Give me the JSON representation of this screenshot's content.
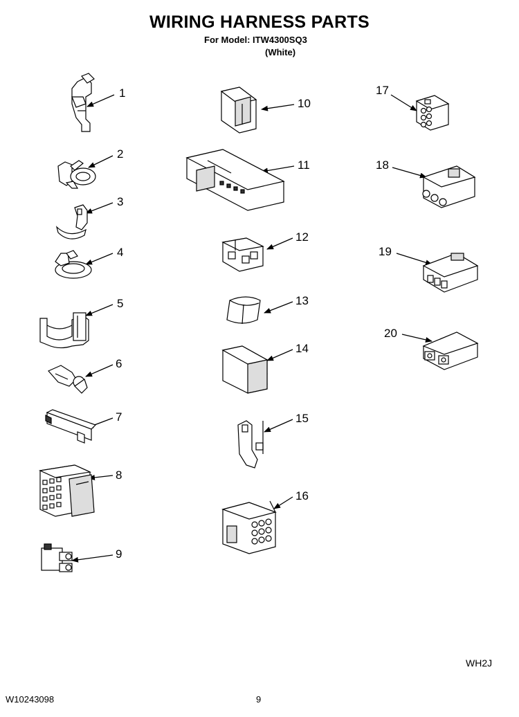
{
  "header": {
    "title": "WIRING HARNESS PARTS",
    "model_line": "For Model: ITW4300SQ3",
    "color_line": "(White)"
  },
  "footer": {
    "doc_number": "W10243098",
    "page_number": "9",
    "code": "WH2J"
  },
  "parts": [
    {
      "number": "1",
      "icon": "clip-icon"
    },
    {
      "number": "2",
      "icon": "wire-clip-icon"
    },
    {
      "number": "3",
      "icon": "strap-clip-icon"
    },
    {
      "number": "4",
      "icon": "ring-clip-icon"
    },
    {
      "number": "5",
      "icon": "bracket-clip-icon"
    },
    {
      "number": "6",
      "icon": "push-tie-icon"
    },
    {
      "number": "7",
      "icon": "strip-clip-icon"
    },
    {
      "number": "8",
      "icon": "multi-pin-connector-icon"
    },
    {
      "number": "9",
      "icon": "dual-connector-icon"
    },
    {
      "number": "10",
      "icon": "housing-connector-icon"
    },
    {
      "number": "11",
      "icon": "long-connector-icon"
    },
    {
      "number": "12",
      "icon": "small-connector-icon"
    },
    {
      "number": "13",
      "icon": "sleeve-icon"
    },
    {
      "number": "14",
      "icon": "plug-connector-icon"
    },
    {
      "number": "15",
      "icon": "mounting-clip-icon"
    },
    {
      "number": "16",
      "icon": "nine-pin-connector-icon"
    },
    {
      "number": "17",
      "icon": "six-pin-block-icon"
    },
    {
      "number": "18",
      "icon": "three-pin-connector-icon"
    },
    {
      "number": "19",
      "icon": "three-way-housing-icon"
    },
    {
      "number": "20",
      "icon": "four-way-housing-icon"
    }
  ]
}
